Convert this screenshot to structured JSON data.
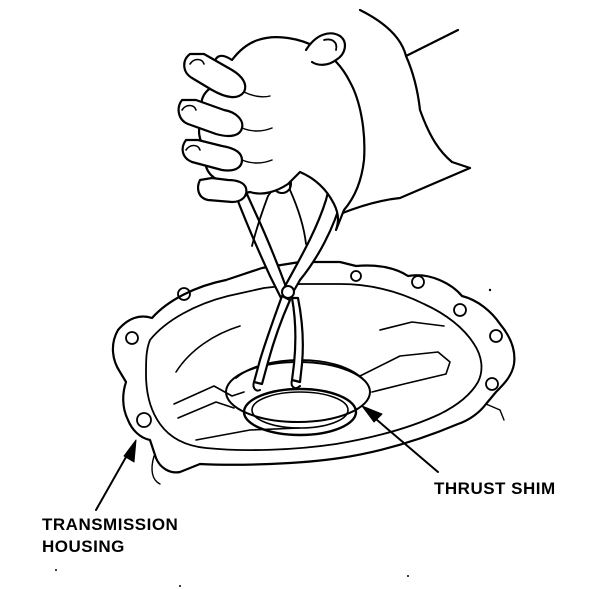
{
  "labels": {
    "thrust_shim": "THRUST SHIM",
    "housing_line1": "TRANSMISSION",
    "housing_line2": "HOUSING"
  },
  "colors": {
    "ink": "#000000",
    "paper": "#ffffff"
  }
}
